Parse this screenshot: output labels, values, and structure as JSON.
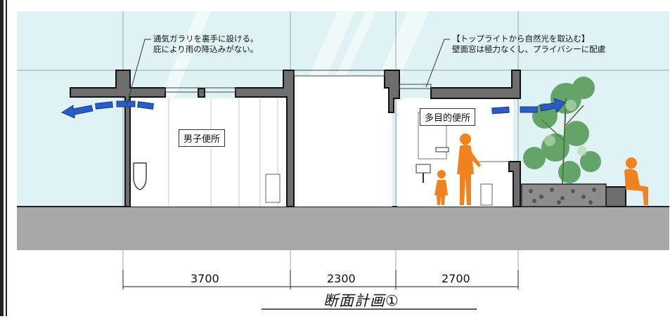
{
  "notes": {
    "ventilation_line1": "通気ガラリを裏手に設ける。",
    "ventilation_line2": "庇により雨の降込みがない。",
    "toplight_line1": "【トップライトから自然光を取込む】",
    "toplight_line2": "壁面窓は極力なくし、プライバシーに配慮"
  },
  "rooms": {
    "mens_toilet": "男子便所",
    "multipurpose_toilet": "多目的便所"
  },
  "dimensions": {
    "d1": "3700",
    "d2": "2300",
    "d3": "2700"
  },
  "title": "断面計画①",
  "colors": {
    "sky": "#dff3f4",
    "wall": "#6e6e6e",
    "ground": "#a8a8a8",
    "figure": "#f2821e",
    "arrow": "#2a5cc8",
    "tree": "#3b8a3b"
  }
}
